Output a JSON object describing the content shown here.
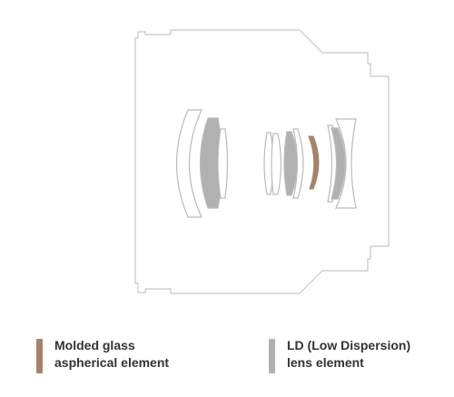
{
  "colors": {
    "outline": "#c5c7c9",
    "lens_outline": "#b9bbbd",
    "ld_glass": "#b1b1b1",
    "molded_aspherical": "#a5836a",
    "legend_text": "#333333"
  },
  "legend": [
    {
      "id": "molded",
      "line1": "Molded glass",
      "line2": "aspherical element",
      "color": "#a5836a"
    },
    {
      "id": "ld",
      "line1": "LD (Low Dispersion)",
      "line2": "lens element",
      "color": "#b1b1b1"
    }
  ]
}
